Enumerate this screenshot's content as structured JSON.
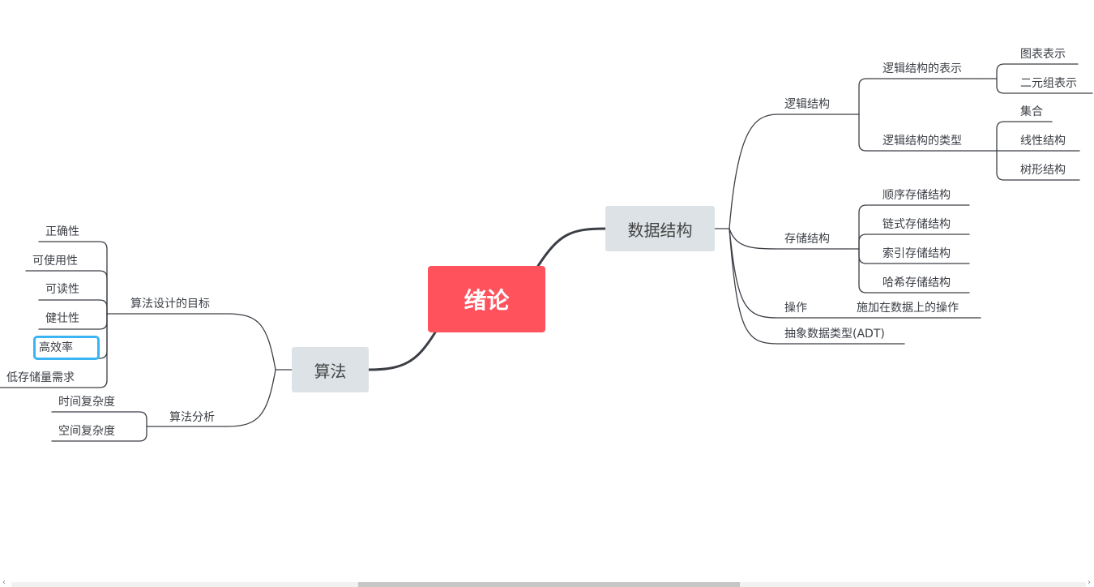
{
  "root": {
    "label": "绪论"
  },
  "branches": {
    "data_structure": {
      "label": "数据结构",
      "logical": {
        "label": "逻辑结构",
        "representation": {
          "label": "逻辑结构的表示",
          "items": [
            "图表表示",
            "二元组表示"
          ]
        },
        "types": {
          "label": "逻辑结构的类型",
          "items": [
            "集合",
            "线性结构",
            "树形结构"
          ]
        }
      },
      "storage": {
        "label": "存储结构",
        "items": [
          "顺序存储结构",
          "链式存储结构",
          "索引存储结构",
          "哈希存储结构"
        ]
      },
      "operation": {
        "label": "操作",
        "detail": "施加在数据上的操作"
      },
      "adt": {
        "label": "抽象数据类型(ADT)"
      }
    },
    "algorithm": {
      "label": "算法",
      "design_goals": {
        "label": "算法设计的目标",
        "items": [
          "正确性",
          "可使用性",
          "可读性",
          "健壮性",
          "高效率",
          "低存储量需求"
        ]
      },
      "analysis": {
        "label": "算法分析",
        "items": [
          "时间复杂度",
          "空间复杂度"
        ]
      }
    }
  },
  "selected_node": "高效率",
  "colors": {
    "root": "#ff525c",
    "branch": "#dce2e5",
    "line": "#3b3f45",
    "selection": "#3ab4f2"
  }
}
